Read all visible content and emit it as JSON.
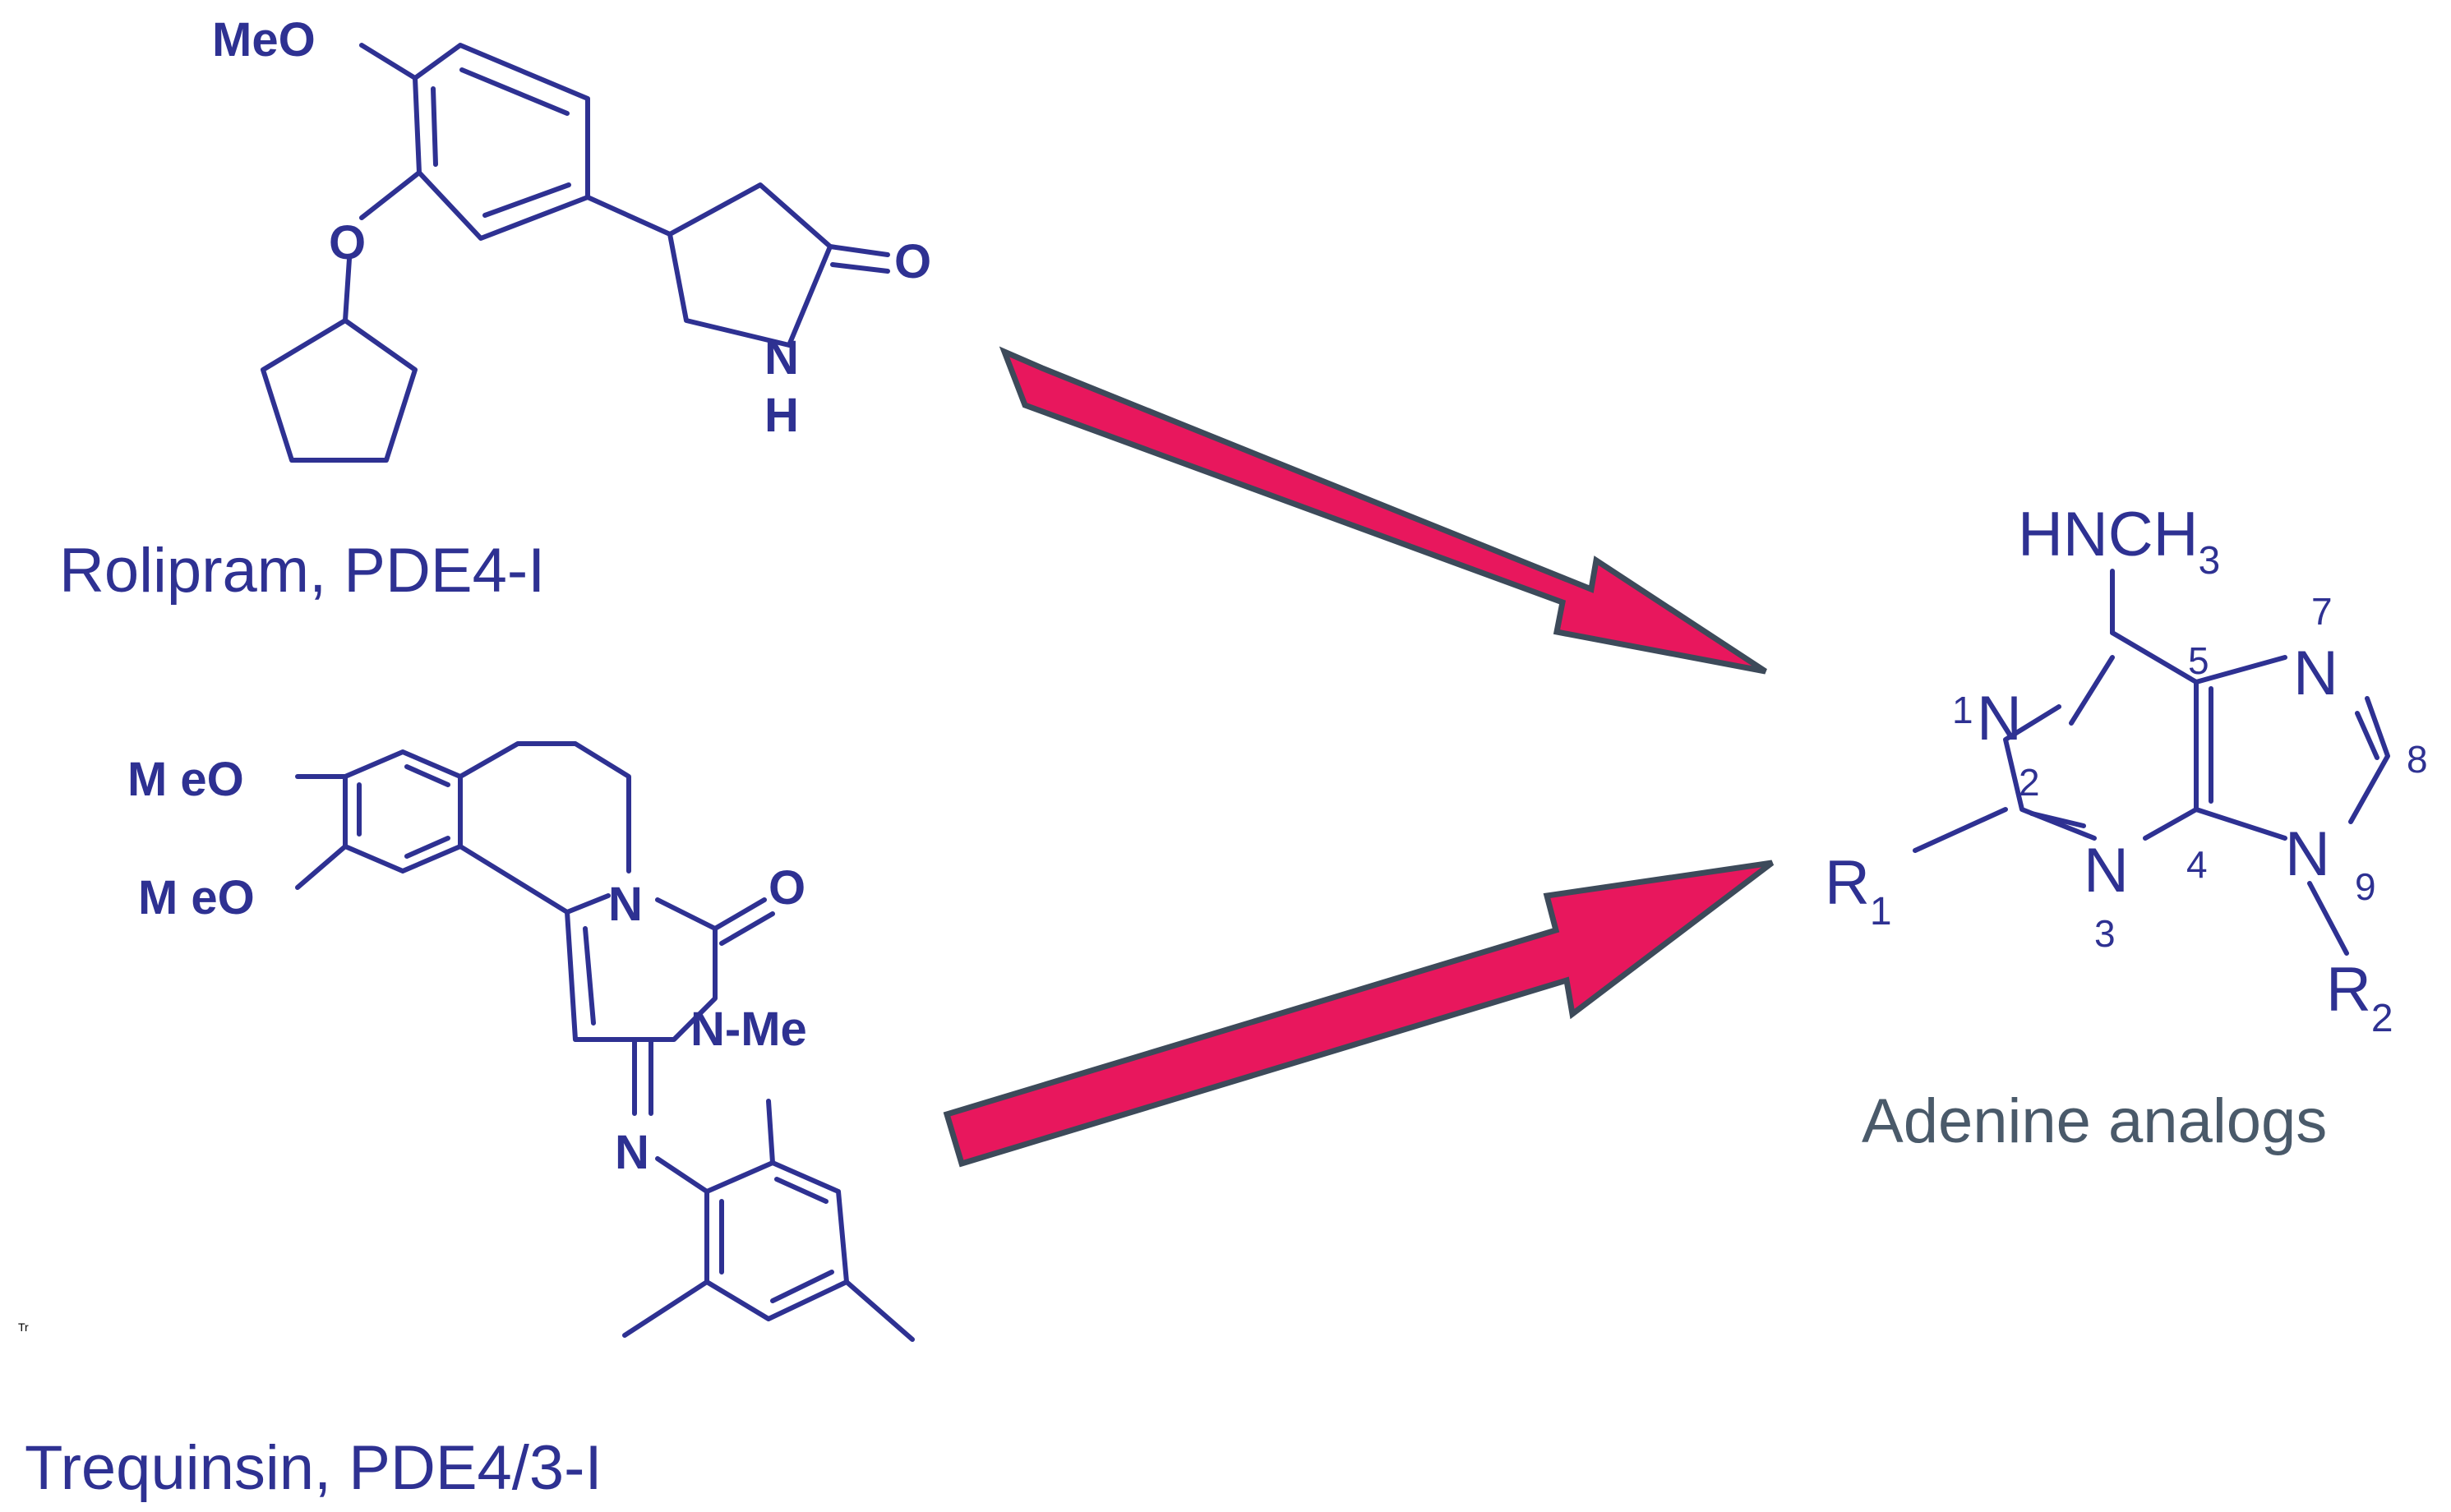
{
  "rolipram": {
    "caption": "Rolipram, PDE4-I",
    "labels": {
      "meo": "MeO",
      "o_ether": "O",
      "o_carbonyl": "O",
      "n": "N",
      "h": "H"
    }
  },
  "trequinsin": {
    "caption": "Trequinsin, PDE4/3-I",
    "labels": {
      "meo_top": "M eO",
      "meo_bottom": "M eO",
      "n_ring": "N",
      "o_carbonyl": "O",
      "n_me": "N-Me",
      "n_imine": "N"
    },
    "tiny_mark": "Tr"
  },
  "adenine": {
    "caption": "Adenine analogs",
    "labels": {
      "hnch": "HNCH",
      "sub3": "3",
      "n1": "N",
      "n3": "N",
      "n7": "N",
      "n9": "N",
      "r1": "R",
      "r1_sub": "1",
      "r2": "R",
      "r2_sub": "2"
    },
    "numbers": {
      "p1": "1",
      "p2": "2",
      "p3": "3",
      "p4": "4",
      "p5": "5",
      "p7": "7",
      "p8": "8",
      "p9": "9"
    }
  },
  "colors": {
    "structure": "#2e3192",
    "arrow_fill": "#e8175d",
    "arrow_outline": "#3d4a5a",
    "caption_grey": "#4a5a6a"
  }
}
